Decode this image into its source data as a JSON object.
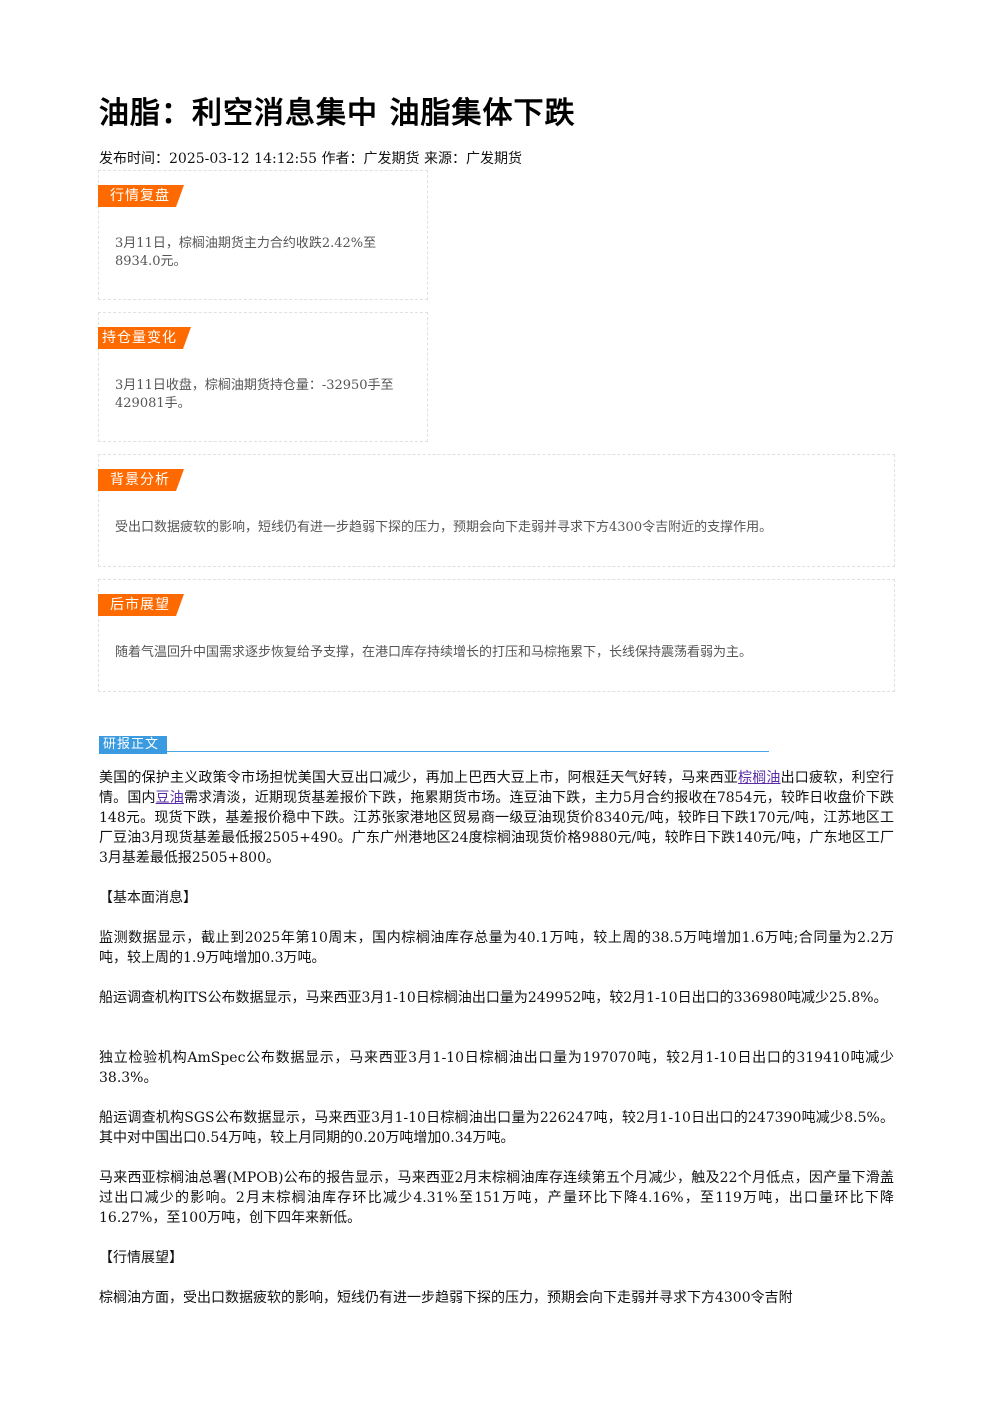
{
  "article": {
    "title": "油脂：利空消息集中 油脂集体下跌",
    "meta": "发布时间：2025-03-12 14:12:55 作者：广发期货 来源：广发期货"
  },
  "boxes": {
    "review": {
      "label": "行情复盘",
      "text_line1": "3月11日，棕榈油期货主力合约收跌2.42%至",
      "text_line2": "8934.0元。"
    },
    "position": {
      "label": "持仓量变化",
      "text_line1": "3月11日收盘，棕榈油期货持仓量：-32950手至",
      "text_line2": "429081手。"
    },
    "background": {
      "label": "背景分析",
      "text": "受出口数据疲软的影响，短线仍有进一步趋弱下探的压力，预期会向下走弱并寻求下方4300令吉附近的支撑作用。"
    },
    "outlook": {
      "label": "后市展望",
      "text": "随着气温回升中国需求逐步恢复给予支撑，在港口库存持续增长的打压和马棕拖累下，长线保持震荡看弱为主。"
    }
  },
  "research": {
    "label": "研报正文",
    "p1_a": "美国的保护主义政策令市场担忧美国大豆出口减少，再加上巴西大豆上市，阿根廷天气好转，马来西亚",
    "p1_link1": "棕榈油",
    "p1_b": "出口疲软，利空行情。国内",
    "p1_link2": "豆油",
    "p1_c": "需求清淡，近期现货基差报价下跌，拖累期货市场。连豆油下跌，主力5月合约报收在7854元，较昨日收盘价下跌148元。现货下跌，基差报价稳中下跌。江苏张家港地区贸易商一级豆油现货价8340元/吨，较昨日下跌170元/吨，江苏地区工厂豆油3月现货基差最低报2505+490。广东广州港地区24度棕榈油现货价格9880元/吨，较昨日下跌140元/吨，广东地区工厂3月基差最低报2505+800。",
    "h_fundamentals": "【基本面消息】",
    "p2": "监测数据显示，截止到2025年第10周末，国内棕榈油库存总量为40.1万吨，较上周的38.5万吨增加1.6万吨;合同量为2.2万吨，较上周的1.9万吨增加0.3万吨。",
    "p3": "船运调查机构ITS公布数据显示，马来西亚3月1-10日棕榈油出口量为249952吨，较2月1-10日出口的336980吨减少25.8%。",
    "p4": "独立检验机构AmSpec公布数据显示，马来西亚3月1-10日棕榈油出口量为197070吨，较2月1-10日出口的319410吨减少38.3%。",
    "p5": "船运调查机构SGS公布数据显示，马来西亚3月1-10日棕榈油出口量为226247吨，较2月1-10日出口的247390吨减少8.5%。其中对中国出口0.54万吨，较上月同期的0.20万吨增加0.34万吨。",
    "p6": "马来西亚棕榈油总署(MPOB)公布的报告显示，马来西亚2月末棕榈油库存连续第五个月减少，触及22个月低点，因产量下滑盖过出口减少的影响。2月末棕榈油库存环比减少4.31%至151万吨，产量环比下降4.16%，至119万吨，出口量环比下降16.27%，至100万吨，创下四年来新低。",
    "h_outlook": "【行情展望】",
    "p7": "棕榈油方面，受出口数据疲软的影响，短线仍有进一步趋弱下探的压力，预期会向下走弱并寻求下方4300令吉附"
  }
}
